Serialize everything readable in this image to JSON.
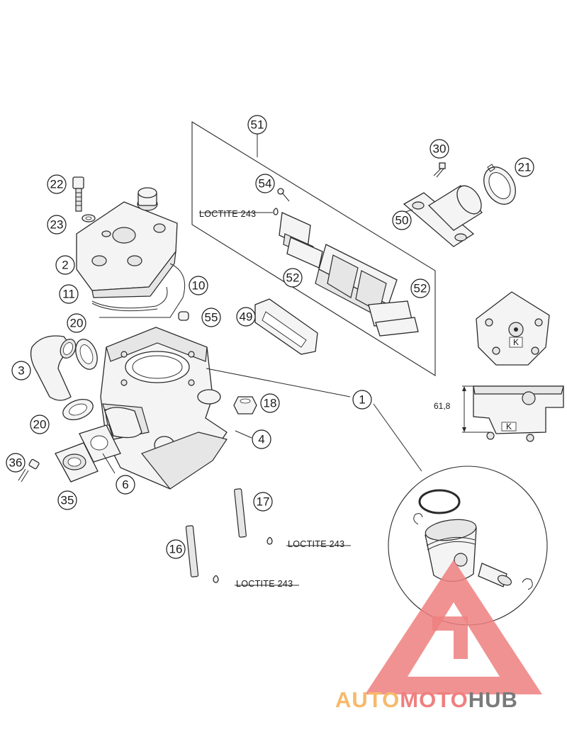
{
  "callouts": [
    {
      "id": "c51",
      "num": "51"
    },
    {
      "id": "c30",
      "num": "30"
    },
    {
      "id": "c21",
      "num": "21"
    },
    {
      "id": "c22",
      "num": "22"
    },
    {
      "id": "c54",
      "num": "54"
    },
    {
      "id": "c50",
      "num": "50"
    },
    {
      "id": "c23",
      "num": "23"
    },
    {
      "id": "c2",
      "num": "2"
    },
    {
      "id": "c52a",
      "num": "52"
    },
    {
      "id": "c52b",
      "num": "52"
    },
    {
      "id": "c11",
      "num": "11"
    },
    {
      "id": "c10",
      "num": "10"
    },
    {
      "id": "c49",
      "num": "49"
    },
    {
      "id": "c55",
      "num": "55"
    },
    {
      "id": "c20a",
      "num": "20"
    },
    {
      "id": "c3",
      "num": "3"
    },
    {
      "id": "c1",
      "num": "1"
    },
    {
      "id": "c18",
      "num": "18"
    },
    {
      "id": "c20b",
      "num": "20"
    },
    {
      "id": "c4",
      "num": "4"
    },
    {
      "id": "c36",
      "num": "36"
    },
    {
      "id": "c6",
      "num": "6"
    },
    {
      "id": "c35",
      "num": "35"
    },
    {
      "id": "c17",
      "num": "17"
    },
    {
      "id": "c16",
      "num": "16"
    }
  ],
  "labels": {
    "loctite_1": "LOCTITE 243",
    "loctite_2": "LOCTITE 243",
    "loctite_3": "LOCTITE 243",
    "dimension": "61,8",
    "head_mark": "K",
    "cyl_mark": "K"
  },
  "watermark": {
    "part1": "AUTO",
    "part2": "MOTO",
    "part3": "HUB",
    "color_auto": "#f6b96a",
    "color_moto": "#ef7f7f",
    "color_hub": "#7a7a7a"
  }
}
